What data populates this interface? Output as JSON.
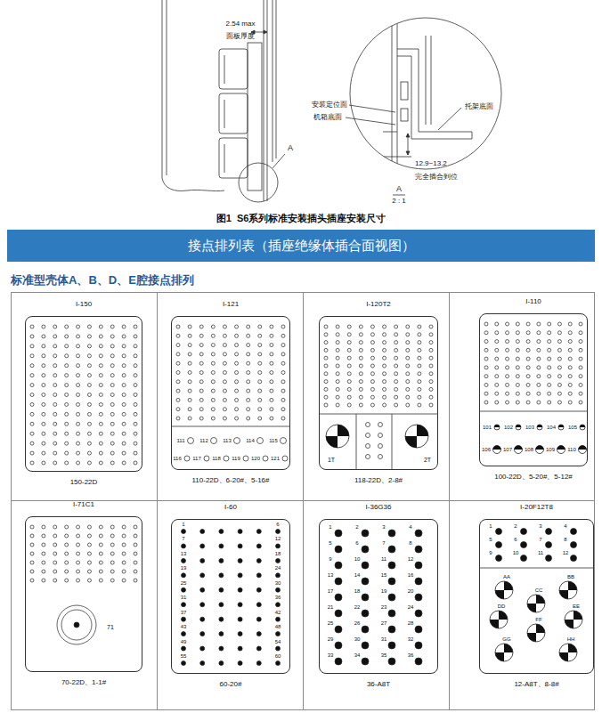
{
  "diagram": {
    "caption": "图1  S6系列标准安装插头插座安装尺寸",
    "nodes": [
      {
        "text": [
          "接点排列表（插座绝缘体插合面视图）"
        ]
      },
      {
        "text": [
          "I-150",
          "150-22D"
        ]
      },
      {
        "text": [
          "I-121",
          "110-22D、6-20#、5-16#"
        ]
      },
      {
        "text": [
          "I-120T2",
          "118-22D、2-8#"
        ]
      },
      {
        "text": [
          "I-110",
          "100-22D、5-20#、5-12#"
        ]
      },
      {
        "text": [
          "I-71C1",
          "70-22D、1-1#"
        ]
      },
      {
        "text": [
          "I-60",
          "60-20#"
        ]
      },
      {
        "text": [
          "I-36G36",
          "36-A8T"
        ]
      },
      {
        "text": [
          "I-20F12T8",
          "12-A8T、8-8#"
        ]
      }
    ],
    "labels": [
      "2.54 max",
      "面板厚度",
      "A",
      "安装定位面",
      "机箱底面",
      "托架底面",
      "12.9~13.2",
      "完全插合到位",
      "A",
      "2 : 1",
      "标准型壳体A、B、D、E腔接点排列",
      "111",
      "112",
      "113",
      "114",
      "115",
      "116",
      "117",
      "118",
      "119",
      "120",
      "121",
      "1T",
      "2T",
      "101",
      "102",
      "103",
      "104",
      "105",
      "106",
      "107",
      "108",
      "109",
      "110",
      "71",
      "1",
      "6",
      "7",
      "12",
      "13",
      "18",
      "19",
      "24",
      "25",
      "30",
      "31",
      "36",
      "37",
      "42",
      "43",
      "48",
      "49",
      "54",
      "55",
      "60",
      "1",
      "2",
      "3",
      "4",
      "5",
      "6",
      "7",
      "8",
      "9",
      "10",
      "11",
      "12",
      "13",
      "14",
      "15",
      "16",
      "17",
      "18",
      "19",
      "20",
      "21",
      "22",
      "23",
      "24",
      "25",
      "26",
      "27",
      "28",
      "29",
      "30",
      "31",
      "32",
      "33",
      "34",
      "35",
      "36",
      "1",
      "2",
      "3",
      "4",
      "5",
      "6",
      "7",
      "8",
      "9",
      "10",
      "11",
      "12",
      "AA",
      "BB",
      "CC",
      "DD",
      "EE",
      "FF",
      "GG",
      "HH"
    ]
  }
}
